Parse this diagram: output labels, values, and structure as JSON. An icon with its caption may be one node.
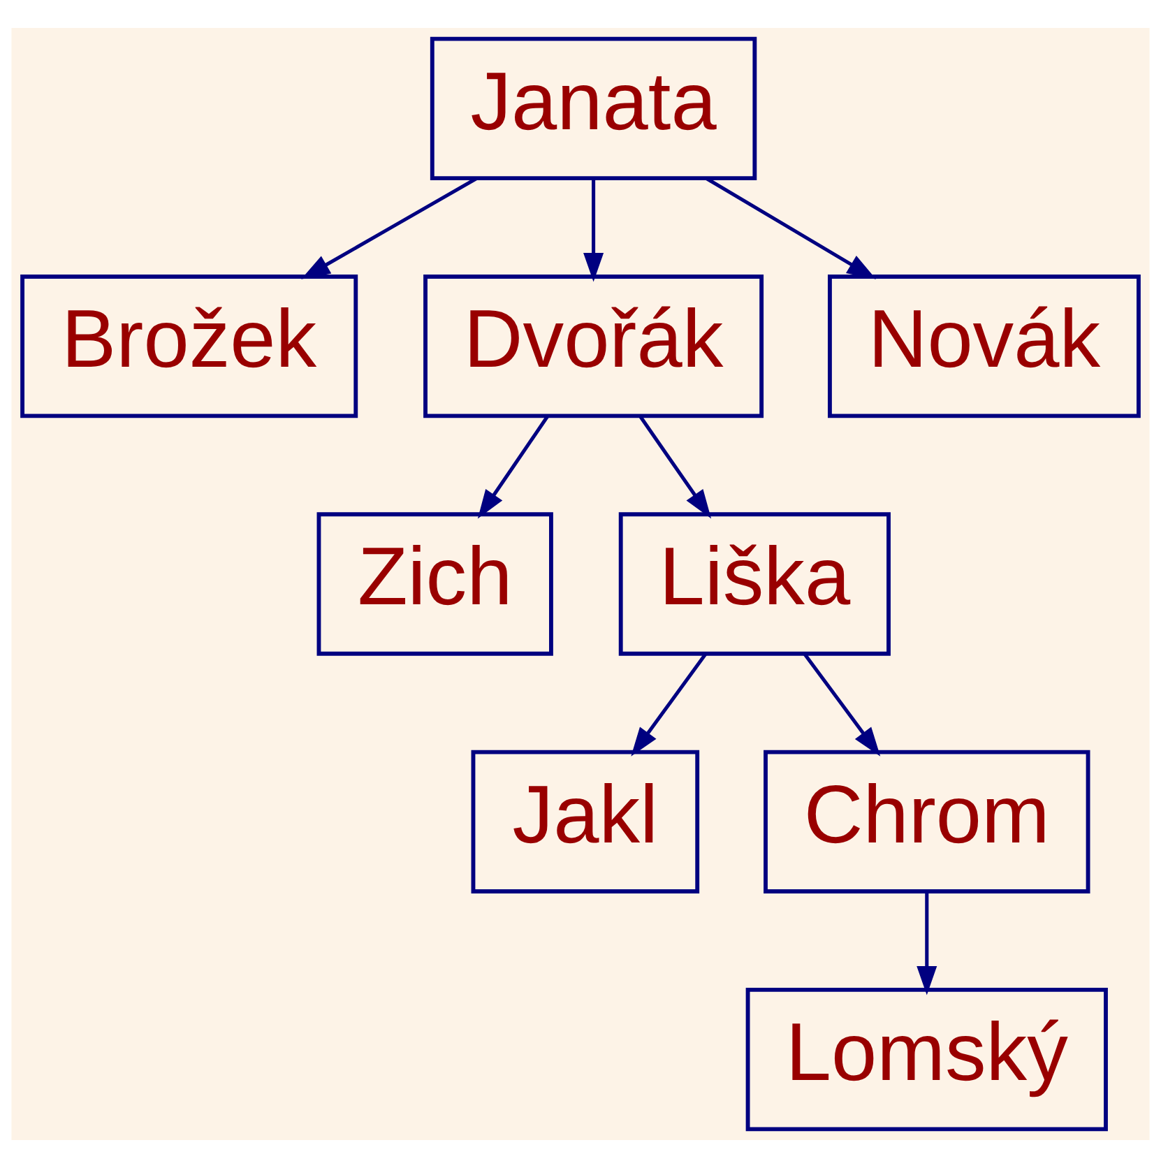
{
  "diagram": {
    "nodes": [
      {
        "text": [
          "Janata"
        ]
      },
      {
        "text": [
          "Brožek"
        ]
      },
      {
        "text": [
          "Dvořák"
        ]
      },
      {
        "text": [
          "Novák"
        ]
      },
      {
        "text": [
          "Zich"
        ]
      },
      {
        "text": [
          "Liška"
        ]
      },
      {
        "text": [
          "Jakl"
        ]
      },
      {
        "text": [
          "Chrom"
        ]
      },
      {
        "text": [
          "Lomský"
        ]
      }
    ],
    "edges": [
      {
        "from": 0,
        "to": 1,
        "arrow": "to"
      },
      {
        "from": 0,
        "to": 2,
        "arrow": "to"
      },
      {
        "from": 0,
        "to": 3,
        "arrow": "to"
      },
      {
        "from": 2,
        "to": 4,
        "arrow": "to"
      },
      {
        "from": 2,
        "to": 5,
        "arrow": "to"
      },
      {
        "from": 5,
        "to": 6,
        "arrow": "to"
      },
      {
        "from": 5,
        "to": 7,
        "arrow": "to"
      },
      {
        "from": 7,
        "to": 8,
        "arrow": "to"
      }
    ]
  }
}
